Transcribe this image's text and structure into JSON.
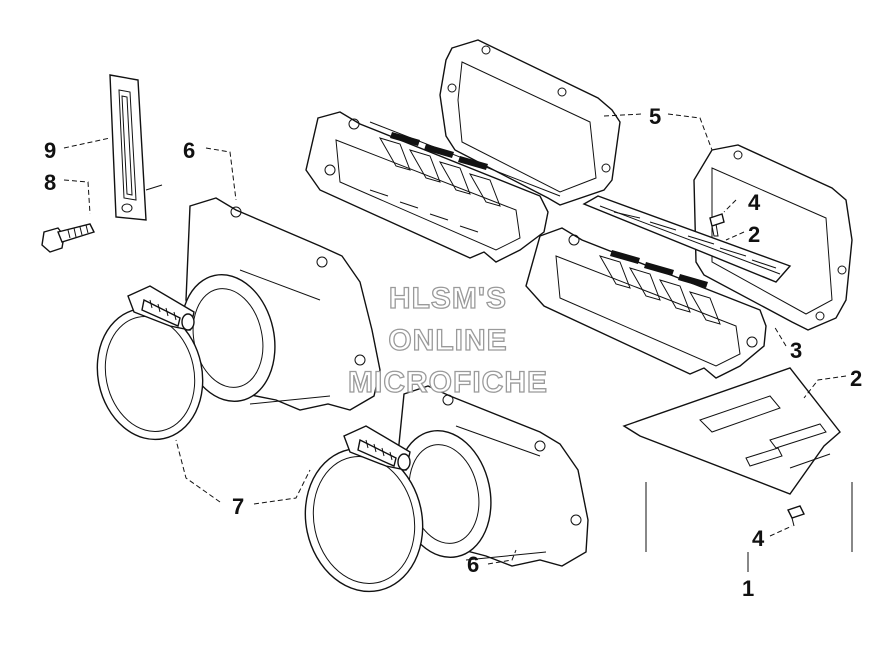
{
  "watermark": {
    "line1": "HLSM'S",
    "line2": "ONLINE",
    "line3": "MICROFICHE"
  },
  "callouts": [
    {
      "id": "c9",
      "label": "9"
    },
    {
      "id": "c8",
      "label": "8"
    },
    {
      "id": "c6a",
      "label": "6"
    },
    {
      "id": "c5",
      "label": "5"
    },
    {
      "id": "c4a",
      "label": "4"
    },
    {
      "id": "c2a",
      "label": "2"
    },
    {
      "id": "c3",
      "label": "3"
    },
    {
      "id": "c2b",
      "label": "2"
    },
    {
      "id": "c7",
      "label": "7"
    },
    {
      "id": "c6b",
      "label": "6"
    },
    {
      "id": "c4b",
      "label": "4"
    },
    {
      "id": "c1",
      "label": "1"
    }
  ],
  "colors": {
    "line": "#111111",
    "background": "#ffffff",
    "watermark_outline": "#9a9a9a"
  }
}
